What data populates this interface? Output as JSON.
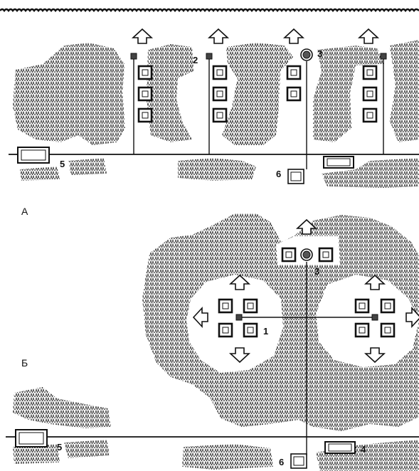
{
  "panels": [
    {
      "id": "A",
      "label": "А"
    },
    {
      "id": "B",
      "label": "Б"
    }
  ],
  "numbers": {
    "n1": "1",
    "n2": "2",
    "n3": "3",
    "n4": "4",
    "n5": "5",
    "n6": "6",
    "n3b": "3",
    "n5b": "5",
    "n6b": "6"
  },
  "colors": {
    "ink": "#111111",
    "paper": "#ffffff"
  }
}
